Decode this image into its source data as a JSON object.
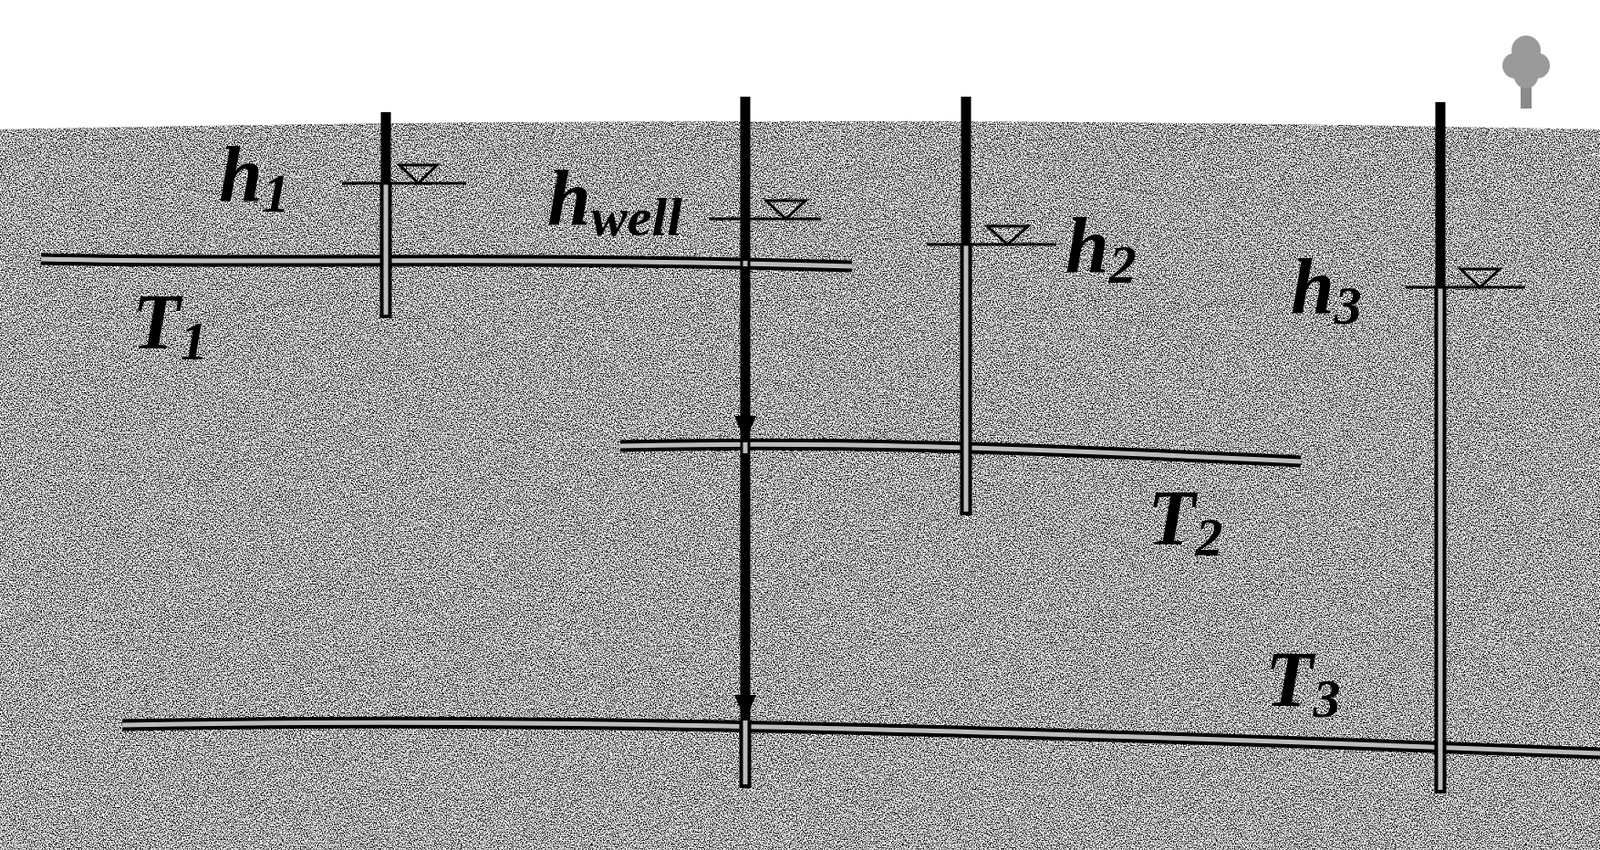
{
  "diagram": {
    "labels": [
      "h1",
      "hwell",
      "h2",
      "h3",
      "T1",
      "T2",
      "T3"
    ]
  }
}
